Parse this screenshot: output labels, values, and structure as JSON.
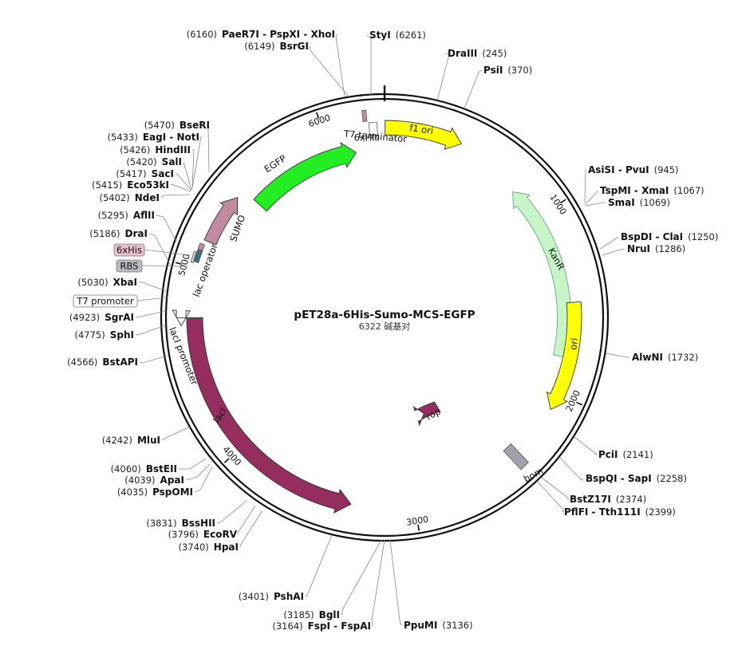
{
  "plasmid": {
    "name": "pET28a-6His-Sumo-MCS-EGFP",
    "length_text": "6322 碱基对",
    "length_bp": 6322
  },
  "colors": {
    "egfp": "#22ee22",
    "f1_ori": "#ffff00",
    "ori": "#ffff00",
    "kanr": "#c8f5c8",
    "laci": "#962d5f",
    "rop": "#962d5f",
    "sumo": "#c08aa0",
    "bom": "#a0a4aa",
    "his_badge": "#e8bfd0",
    "rbs_badge": "#b8bcc2"
  },
  "ticks": [
    {
      "label": "1000",
      "pos": 1000
    },
    {
      "label": "2000",
      "pos": 2000
    },
    {
      "label": "3000",
      "pos": 3000
    },
    {
      "label": "4000",
      "pos": 4000
    },
    {
      "label": "5000",
      "pos": 5000
    },
    {
      "label": "6000",
      "pos": 6000
    }
  ],
  "features": [
    {
      "id": "egfp",
      "label": "EGFP",
      "kind": "arrow"
    },
    {
      "id": "sumo",
      "label": "SUMO",
      "kind": "arrow"
    },
    {
      "id": "his6_top",
      "label": "6xHis",
      "kind": "small"
    },
    {
      "id": "t7term",
      "label": "T7 terminator",
      "kind": "box"
    },
    {
      "id": "f1ori",
      "label": "f1 ori",
      "kind": "arrow"
    },
    {
      "id": "kanr",
      "label": "KanR",
      "kind": "arrow"
    },
    {
      "id": "ori",
      "label": "ori",
      "kind": "arrow"
    },
    {
      "id": "bom",
      "label": "bom",
      "kind": "box"
    },
    {
      "id": "rop",
      "label": "rop",
      "kind": "arrow"
    },
    {
      "id": "laci",
      "label": "lacI",
      "kind": "arrow"
    },
    {
      "id": "laci_promoter",
      "label": "lacI promoter",
      "kind": "arrow"
    },
    {
      "id": "lac_operator",
      "label": "lac operator",
      "kind": "small"
    }
  ],
  "left_badges": [
    {
      "label": "6xHis"
    },
    {
      "label": "RBS"
    },
    {
      "label": "T7 promoter"
    }
  ],
  "sites": [
    {
      "name": "PaeR7I - PspXI - XhoI",
      "pos_text": "(6160)"
    },
    {
      "name": "BsrGI",
      "pos_text": "(6149)"
    },
    {
      "name": "StyI",
      "pos_text": "(6261)"
    },
    {
      "name": "DraIII",
      "pos_text": "(245)"
    },
    {
      "name": "PsiI",
      "pos_text": "(370)"
    },
    {
      "name": "AsiSI - PvuI",
      "pos_text": "(945)"
    },
    {
      "name": "TspMI - XmaI",
      "pos_text": "(1067)"
    },
    {
      "name": "SmaI",
      "pos_text": "(1069)"
    },
    {
      "name": "BspDI - ClaI",
      "pos_text": "(1250)"
    },
    {
      "name": "NruI",
      "pos_text": "(1286)"
    },
    {
      "name": "AlwNI",
      "pos_text": "(1732)"
    },
    {
      "name": "PciI",
      "pos_text": "(2141)"
    },
    {
      "name": "BspQI - SapI",
      "pos_text": "(2258)"
    },
    {
      "name": "BstZ17I",
      "pos_text": "(2374)"
    },
    {
      "name": "PflFI - Tth111I",
      "pos_text": "(2399)"
    },
    {
      "name": "PpuMI",
      "pos_text": "(3136)"
    },
    {
      "name": "FspI - FspAI",
      "pos_text": "(3164)"
    },
    {
      "name": "BglI",
      "pos_text": "(3185)"
    },
    {
      "name": "PshAI",
      "pos_text": "(3401)"
    },
    {
      "name": "HpaI",
      "pos_text": "(3740)"
    },
    {
      "name": "EcoRV",
      "pos_text": "(3796)"
    },
    {
      "name": "BssHII",
      "pos_text": "(3831)"
    },
    {
      "name": "PspOMI",
      "pos_text": "(4035)"
    },
    {
      "name": "ApaI",
      "pos_text": "(4039)"
    },
    {
      "name": "BstEII",
      "pos_text": "(4060)"
    },
    {
      "name": "MluI",
      "pos_text": "(4242)"
    },
    {
      "name": "BstAPI",
      "pos_text": "(4566)"
    },
    {
      "name": "SphI",
      "pos_text": "(4775)"
    },
    {
      "name": "SgrAI",
      "pos_text": "(4923)"
    },
    {
      "name": "XbaI",
      "pos_text": "(5030)"
    },
    {
      "name": "DraI",
      "pos_text": "(5186)"
    },
    {
      "name": "AflII",
      "pos_text": "(5295)"
    },
    {
      "name": "NdeI",
      "pos_text": "(5402)"
    },
    {
      "name": "Eco53kI",
      "pos_text": "(5415)"
    },
    {
      "name": "SacI",
      "pos_text": "(5417)"
    },
    {
      "name": "SalI",
      "pos_text": "(5420)"
    },
    {
      "name": "HindIII",
      "pos_text": "(5426)"
    },
    {
      "name": "EagI - NotI",
      "pos_text": "(5433)"
    },
    {
      "name": "BseRI",
      "pos_text": "(5470)"
    }
  ]
}
